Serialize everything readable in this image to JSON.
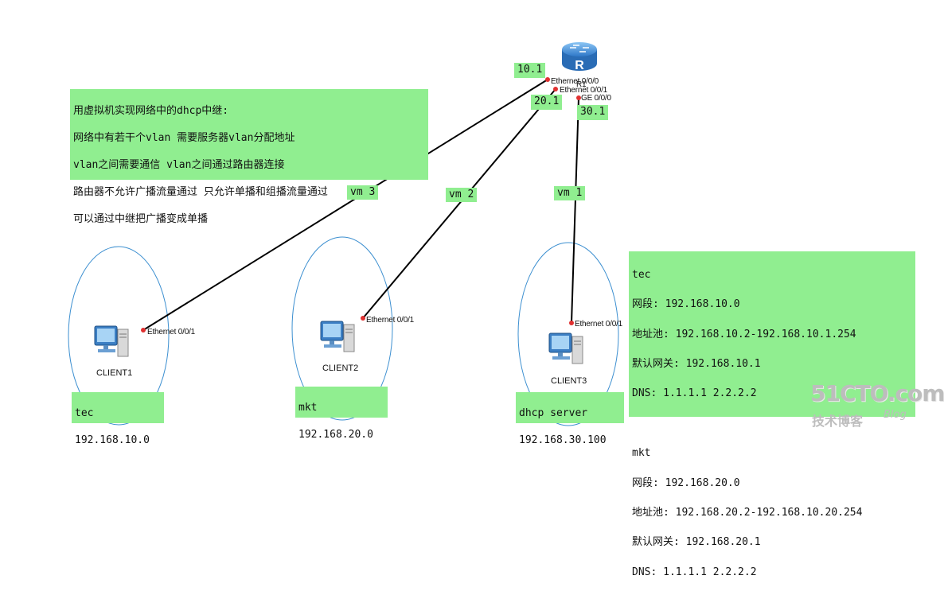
{
  "description_box": {
    "lines": [
      "用虚拟机实现网络中的dhcp中继:",
      "网络中有若干个vlan 需要服务器vlan分配地址",
      "vlan之间需要通信 vlan之间通过路由器连接",
      "路由器不允许广播流量通过 只允许单播和组播流量通过",
      "可以通过中继把广播变成单播"
    ]
  },
  "router": {
    "icon": "router-icon",
    "label": "R1",
    "ports": [
      "Ethernet 0/0/0",
      "Ethernet 0/0/1",
      "GE 0/0/0"
    ],
    "ip_tags": [
      "10.1",
      "20.1",
      "30.1"
    ]
  },
  "links": [
    "vm 3",
    "vm 2",
    "vm 1"
  ],
  "clients": [
    {
      "name": "CLIENT1",
      "port": "Ethernet 0/0/1",
      "network_name": "tec",
      "network_ip": "192.168.10.0"
    },
    {
      "name": "CLIENT2",
      "port": "Ethernet 0/0/1",
      "network_name": "mkt",
      "network_ip": "192.168.20.0"
    },
    {
      "name": "CLIENT3",
      "port": "Ethernet 0/0/1",
      "network_name": "dhcp server",
      "network_ip": "192.168.30.100"
    }
  ],
  "dhcp_config_box": {
    "lines": [
      "tec",
      "网段: 192.168.10.0",
      "地址池: 192.168.10.2-192.168.10.1.254",
      "默认网关: 192.168.10.1",
      "DNS: 1.1.1.1 2.2.2.2",
      "",
      "mkt",
      "网段: 192.168.20.0",
      "地址池: 192.168.20.2-192.168.10.20.254",
      "默认网关: 192.168.20.1",
      "DNS: 1.1.1.1 2.2.2.2"
    ]
  },
  "watermark": {
    "logo": "51CTO.com",
    "subtitle": "技术博客",
    "blog": "Blog"
  },
  "colors": {
    "note_bg": "#90ee90",
    "ellipse": "#3c8fd0",
    "port_dot": "#e03030",
    "router_blue": "#3f8fd6"
  }
}
